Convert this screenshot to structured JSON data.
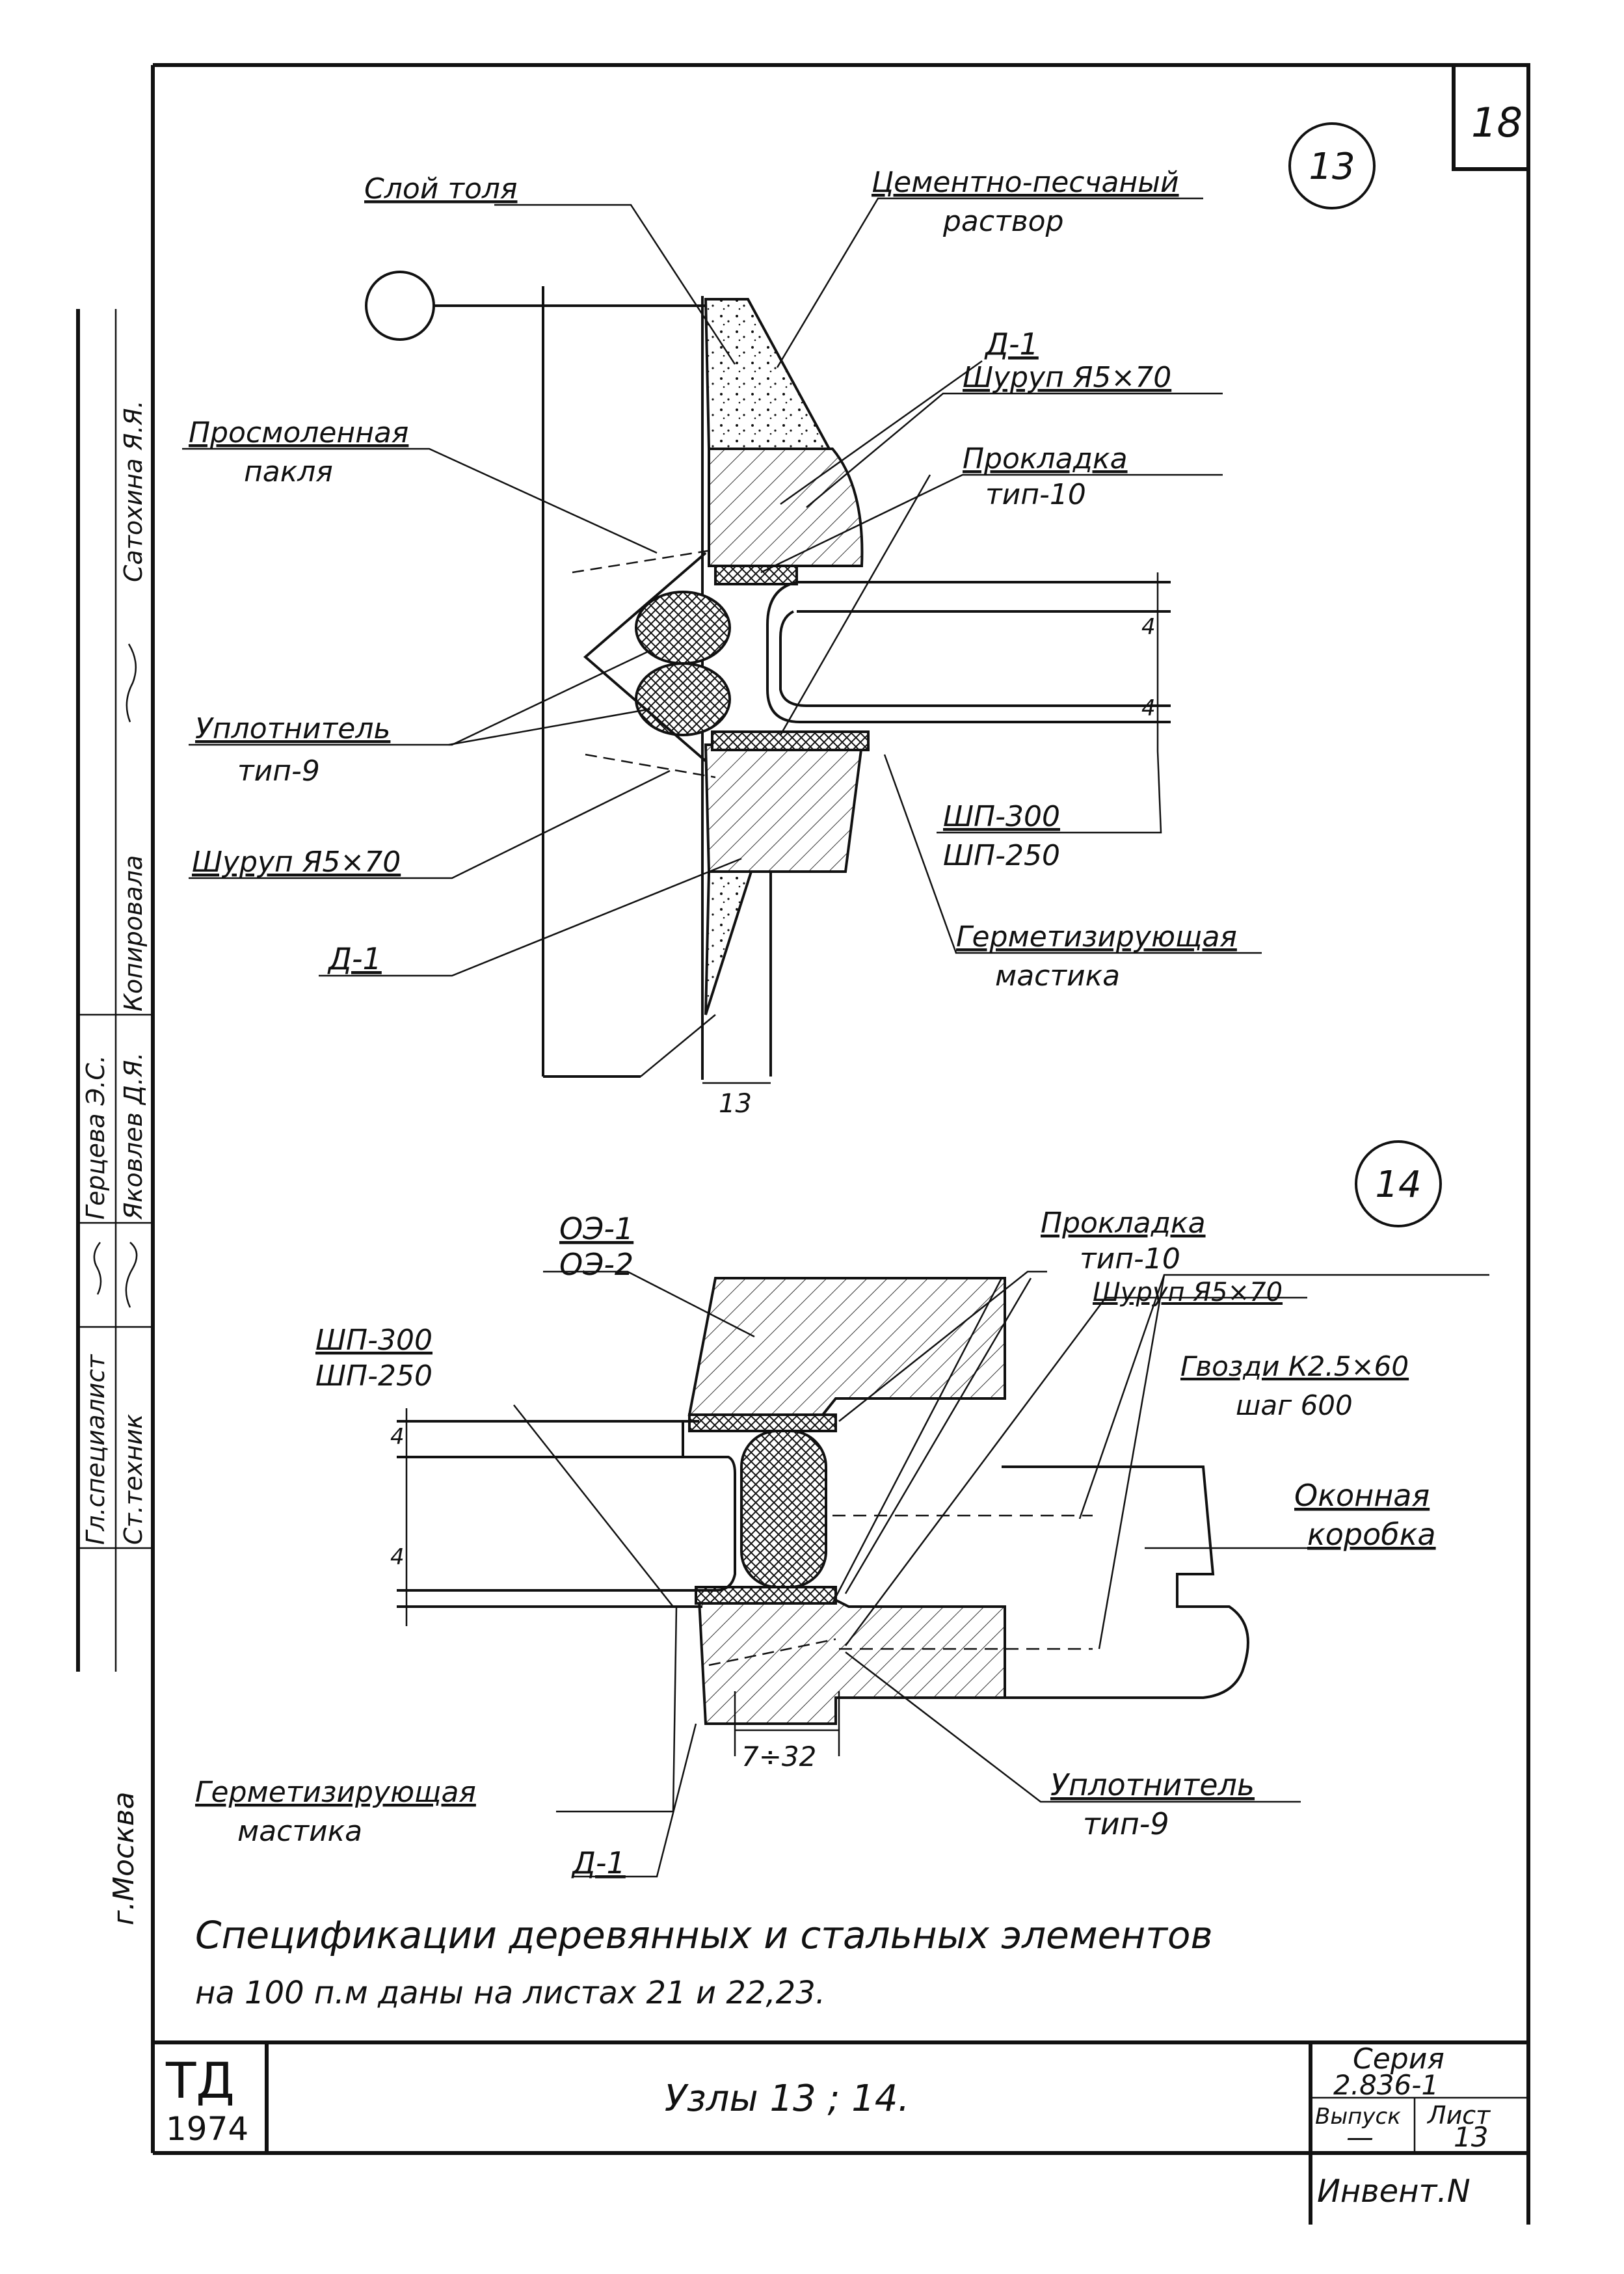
{
  "sheet_number": "18",
  "node13": {
    "marker": "13",
    "labels": {
      "tol_layer": "Слой толя",
      "mortar_1": "Цементно-песчаный",
      "mortar_2": "раствор",
      "d1_top": "Д-1",
      "screw_top": "Шуруп Я5×70",
      "tow_1": "Просмоленная",
      "tow_2": "пакля",
      "gasket_1": "Прокладка",
      "gasket_2": "тип-10",
      "seal_1": "Уплотнитель",
      "seal_2": "тип-9",
      "shp_1": "ШП-300",
      "shp_2": "ШП-250",
      "screw_bottom": "Шуруп Я5×70",
      "mastic_1": "Герметизирующая",
      "mastic_2": "мастика",
      "d1_bottom": "Д-1"
    },
    "dims": {
      "t1": "4",
      "t2": "4",
      "width": "13"
    }
  },
  "node14": {
    "marker": "14",
    "labels": {
      "oe_1": "ОЭ-1",
      "oe_2": "ОЭ-2",
      "gasket_1": "Прокладка",
      "gasket_2": "тип-10",
      "screw": "Шуруп Я5×70",
      "nails_1": "Гвозди К2.5×60",
      "nails_2": "шаг 600",
      "shp_1": "ШП-300",
      "shp_2": "ШП-250",
      "window_1": "Оконная",
      "window_2": "коробка",
      "mastic_1": "Герметизирующая",
      "mastic_2": "мастика",
      "seal_1": "Уплотнитель",
      "seal_2": "тип-9",
      "d1": "Д-1"
    },
    "dims": {
      "t1": "4",
      "t2": "4",
      "width": "7÷32"
    }
  },
  "note": {
    "line1": "Спецификации деревянных и стальных элементов",
    "line2": "на 100 п.м даны на листах 21 и 22,23."
  },
  "side_stamp": {
    "city": "г.Москва",
    "roles": [
      "Гл.специалист",
      "Ст.техник"
    ],
    "names": [
      "Герцева Э.С.",
      "Яковлев Д.Я."
    ],
    "signatures": [
      "Копировала",
      "Сатохина Я.Я."
    ]
  },
  "title_block": {
    "org": "ТД",
    "year": "1974",
    "title": "Узлы 13 ; 14.",
    "series_label": "Серия",
    "series_value": "2.836-1",
    "issue_label": "Выпуск",
    "issue_value": "—",
    "sheet_label": "Лист",
    "sheet_value": "13",
    "inventory_label": "Инвент.N"
  }
}
